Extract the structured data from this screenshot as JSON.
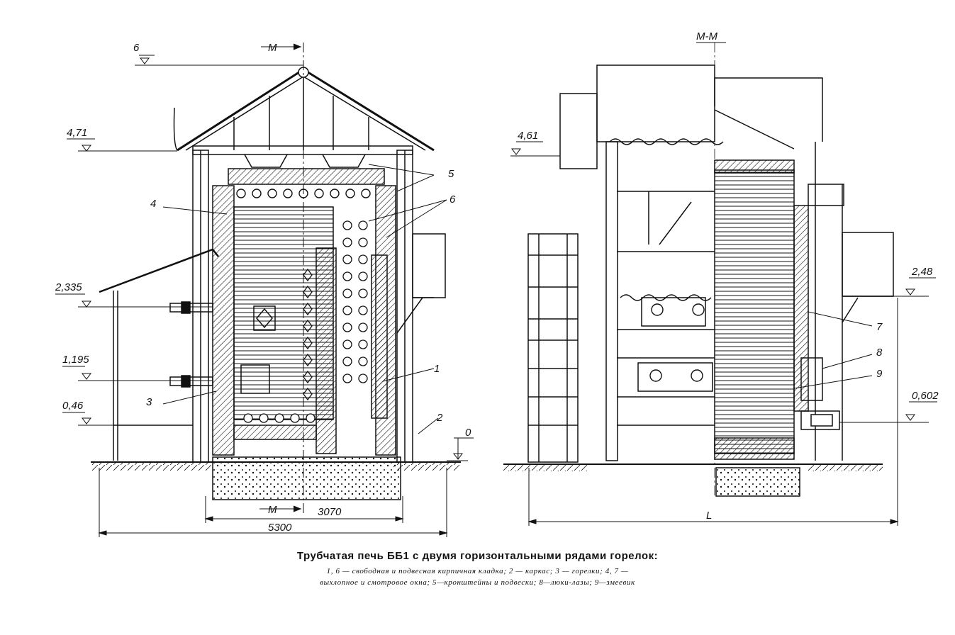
{
  "section_marks": {
    "m_top": "M",
    "m_bottom": "M",
    "m_section_title": "M-M"
  },
  "elevations": {
    "left": [
      "6",
      "4,71",
      "2,335",
      "1,195",
      "0,46",
      "0"
    ],
    "right": [
      "4,61",
      "2,48",
      "0,602"
    ]
  },
  "dimensions": {
    "inner_width": "3070",
    "outer_width": "5300",
    "length": "L"
  },
  "callouts": {
    "left": [
      "5",
      "6",
      "4",
      "1",
      "3",
      "2"
    ],
    "right": [
      "7",
      "8",
      "9"
    ]
  },
  "caption": {
    "title": "Трубчатая печь ББ1 с двумя горизонтальными рядами горелок:",
    "line1": "1, 6 — свободная и подвесная кирпичная кладка; 2 — каркас; 3 — горелки; 4, 7 —",
    "line2": "выхлопное и смотровое окна; 5—кронштейны и подвески; 8—люки-лазы; 9—змеевик"
  }
}
